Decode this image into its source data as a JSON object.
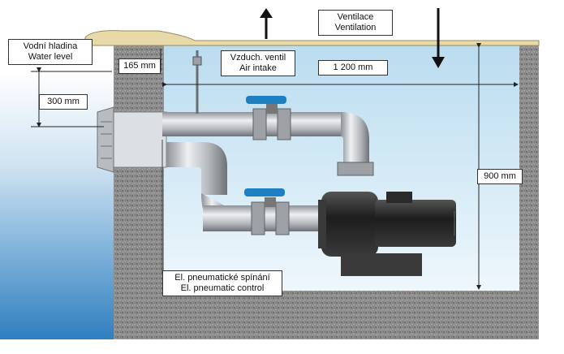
{
  "labels": {
    "water_level": {
      "line1": "Vodní hladina",
      "line2": "Water level"
    },
    "ventilation": {
      "line1": "Ventilace",
      "line2": "Ventilation"
    },
    "air_intake": {
      "line1": "Vzduch. ventil",
      "line2": "Air intake"
    },
    "pneumatic_control": {
      "line1": "El. pneumatické spínání",
      "line2": "El. pneumatic control"
    }
  },
  "dimensions": {
    "water_depth_above_jet": "300 mm",
    "lid_offset": "165 mm",
    "chamber_width": "1 200 mm",
    "chamber_height": "900 mm"
  },
  "colors": {
    "pool_water_top": "#ffffff",
    "pool_water_bottom": "#2f7fc0",
    "chamber_air": "#d8ecf6",
    "concrete": "#8a8a8a",
    "pipe": "#b9bcc0",
    "valve_handle": "#1e7fc2",
    "pump_body": "#2a2a2a"
  }
}
